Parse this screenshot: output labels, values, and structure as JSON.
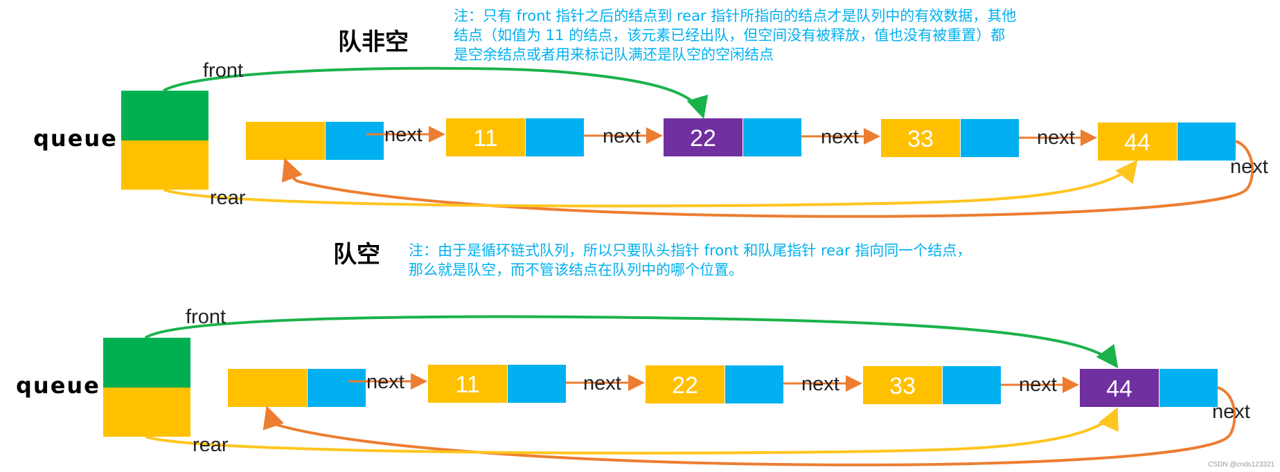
{
  "colors": {
    "data_field": "#FFC000",
    "next_field": "#00B0F0",
    "highlight": "#7030A0",
    "queue_front": "#00B050",
    "queue_rear": "#FFC000",
    "front_arrow": "#1BB24B",
    "rear_arrow": "#FFC51F",
    "next_arrow": "#ED7D31",
    "note_text": "#00B0F0"
  },
  "top": {
    "title": "队非空",
    "note_lines": [
      "注：只有 front 指针之后的结点到 rear 指针所指向的结点才是队列中的有效数据，其他",
      "结点（如值为 11 的结点，该元素已经出队，但空间没有被释放，值也没有被重置）都",
      "是空余结点或者用来标记队满还是队空的空闲结点"
    ],
    "queue_label": "queue",
    "front_label": "front",
    "rear_label": "rear",
    "next_label": "next",
    "nodes": [
      "",
      "11",
      "22",
      "33",
      "44"
    ],
    "front_points_to": "22",
    "rear_points_to": "44"
  },
  "bottom": {
    "title": "队空",
    "note_lines": [
      "注：由于是循环链式队列，所以只要队头指针 front 和队尾指针 rear 指向同一个结点，",
      "那么就是队空，而不管该结点在队列中的哪个位置。"
    ],
    "queue_label": "queue",
    "front_label": "front",
    "rear_label": "rear",
    "next_label": "next",
    "nodes": [
      "",
      "11",
      "22",
      "33",
      "44"
    ],
    "front_points_to": "44",
    "rear_points_to": "44"
  },
  "watermark": "CSDN @cnds123321"
}
